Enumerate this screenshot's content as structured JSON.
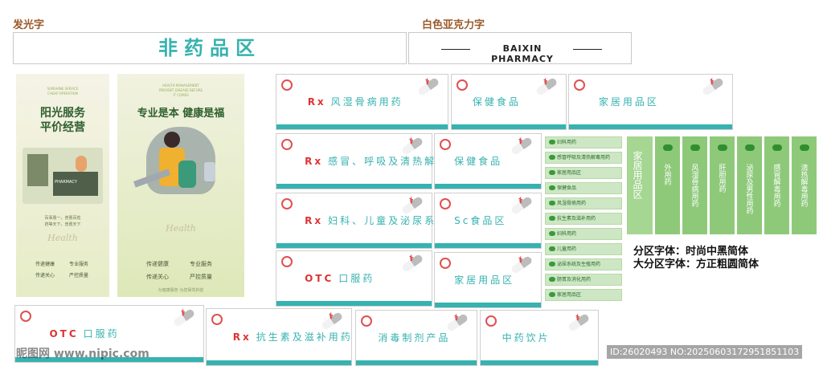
{
  "labels": {
    "glow": "发光字",
    "acrylic": "白色亚克力字"
  },
  "banner": {
    "title": "非药品区",
    "pharmacy": "BAIXIN PHARMACY"
  },
  "poster1": {
    "en1": "SUNSHINE SERVICE",
    "en2": "CHEAP OPERATION",
    "title1": "阳光服务",
    "title2": "平价经营",
    "counter": "PHARMACY",
    "para1": "百事惠一，普惠百姓",
    "para2": "药等天下，普惠天下",
    "sign": "Health",
    "items": [
      "传递健康",
      "专业服务",
      "传递关心",
      "严控质量"
    ]
  },
  "poster2": {
    "en1": "HEALTH MANAGEMENT",
    "en2": "PREVENT DISEASE BEFORE",
    "en3": "IT COMES",
    "title": "专业是本 健康是福",
    "sign": "Health",
    "items": [
      "传递健康",
      "专业服务",
      "传递关心",
      "严控质量"
    ],
    "footer": "为健康服务 为您保驾护航"
  },
  "cards": [
    {
      "prefix": "Rx",
      "title": "风湿骨病用药"
    },
    {
      "prefix": "",
      "title": "保健食品"
    },
    {
      "prefix": "",
      "title": "家居用品区"
    },
    {
      "prefix": "Rx",
      "title": "感冒、呼吸及清热解毒用药"
    },
    {
      "prefix": "",
      "title": "保健食品"
    },
    {
      "prefix": "Rx",
      "title": "妇科、儿童及泌尿系统用药"
    },
    {
      "prefix": "",
      "title": "Sc食品区"
    },
    {
      "prefix": "OTC",
      "title": "口服药"
    },
    {
      "prefix": "",
      "title": "家居用品区"
    },
    {
      "prefix": "OTC",
      "title": "口服药"
    },
    {
      "prefix": "Rx",
      "title": "抗生素及滋补用药"
    },
    {
      "prefix": "",
      "title": "消毒制剂产品"
    },
    {
      "prefix": "",
      "title": "中药饮片"
    }
  ],
  "strips": [
    "妇科用药",
    "感冒呼吸及清热解毒用药",
    "家居用品区",
    "保健食品",
    "风湿骨病用药",
    "抗生素及滋补用药",
    "妇科用药",
    "儿童用药",
    "泌尿系统及生殖用药",
    "肠胃及消化用药",
    "家居用品区"
  ],
  "vcols": [
    "家居用品区",
    "外用药",
    "风湿骨病用药",
    "肝胆用药",
    "泌尿及男性用药",
    "感冒解毒用药",
    "清热解毒用药"
  ],
  "notes": {
    "line1": "分区字体：时尚中黑简体",
    "line2": "大分区字体：方正粗圆简体"
  },
  "watermark": {
    "left": "昵图网 www.nipic.com",
    "right": "ID:26020493 NO:20250603172951851103"
  }
}
